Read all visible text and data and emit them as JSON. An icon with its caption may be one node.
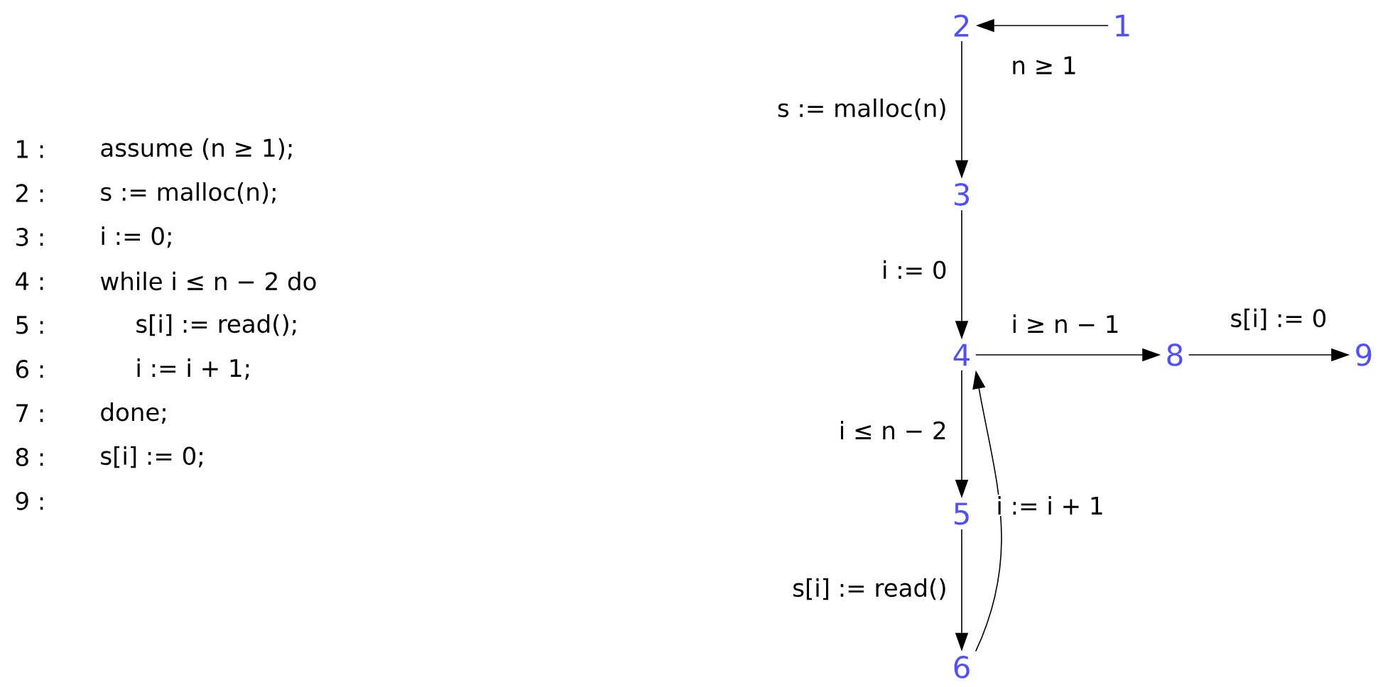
{
  "diagram": {
    "nodes": [
      {
        "text": [
          "2"
        ]
      },
      {
        "text": [
          "1"
        ]
      },
      {
        "text": [
          "3"
        ]
      },
      {
        "text": [
          "4"
        ]
      },
      {
        "text": [
          "8"
        ]
      },
      {
        "text": [
          "9"
        ]
      },
      {
        "text": [
          "5"
        ]
      },
      {
        "text": [
          "6"
        ]
      }
    ],
    "edges": [
      {
        "from": 1,
        "to": 0,
        "arrow": "to",
        "label": "n ≥ 1"
      },
      {
        "from": 0,
        "to": 2,
        "arrow": "to",
        "label": "s := malloc(n)"
      },
      {
        "from": 2,
        "to": 3,
        "arrow": "to",
        "label": "i := 0"
      },
      {
        "from": 3,
        "to": 4,
        "arrow": "to",
        "label": "i ≥ n − 1"
      },
      {
        "from": 4,
        "to": 5,
        "arrow": "to",
        "label": "s[i] := 0"
      },
      {
        "from": 3,
        "to": 6,
        "arrow": "to",
        "label": "i ≤ n − 2"
      },
      {
        "from": 6,
        "to": 7,
        "arrow": "to",
        "label": "s[i] := read()"
      },
      {
        "from": 7,
        "to": 3,
        "arrow": "to",
        "label": "i := i + 1"
      }
    ],
    "labels": [
      "1 :",
      "assume (n ≥ 1);",
      "2 :",
      "s := malloc(n);",
      "3 :",
      "i := 0;",
      "4 :",
      "while i ≤ n − 2 do",
      "5 :",
      "s[i] := read();",
      "6 :",
      "i := i + 1;",
      "7 :",
      "done;",
      "8 :",
      "s[i] := 0;",
      "9 :"
    ]
  }
}
